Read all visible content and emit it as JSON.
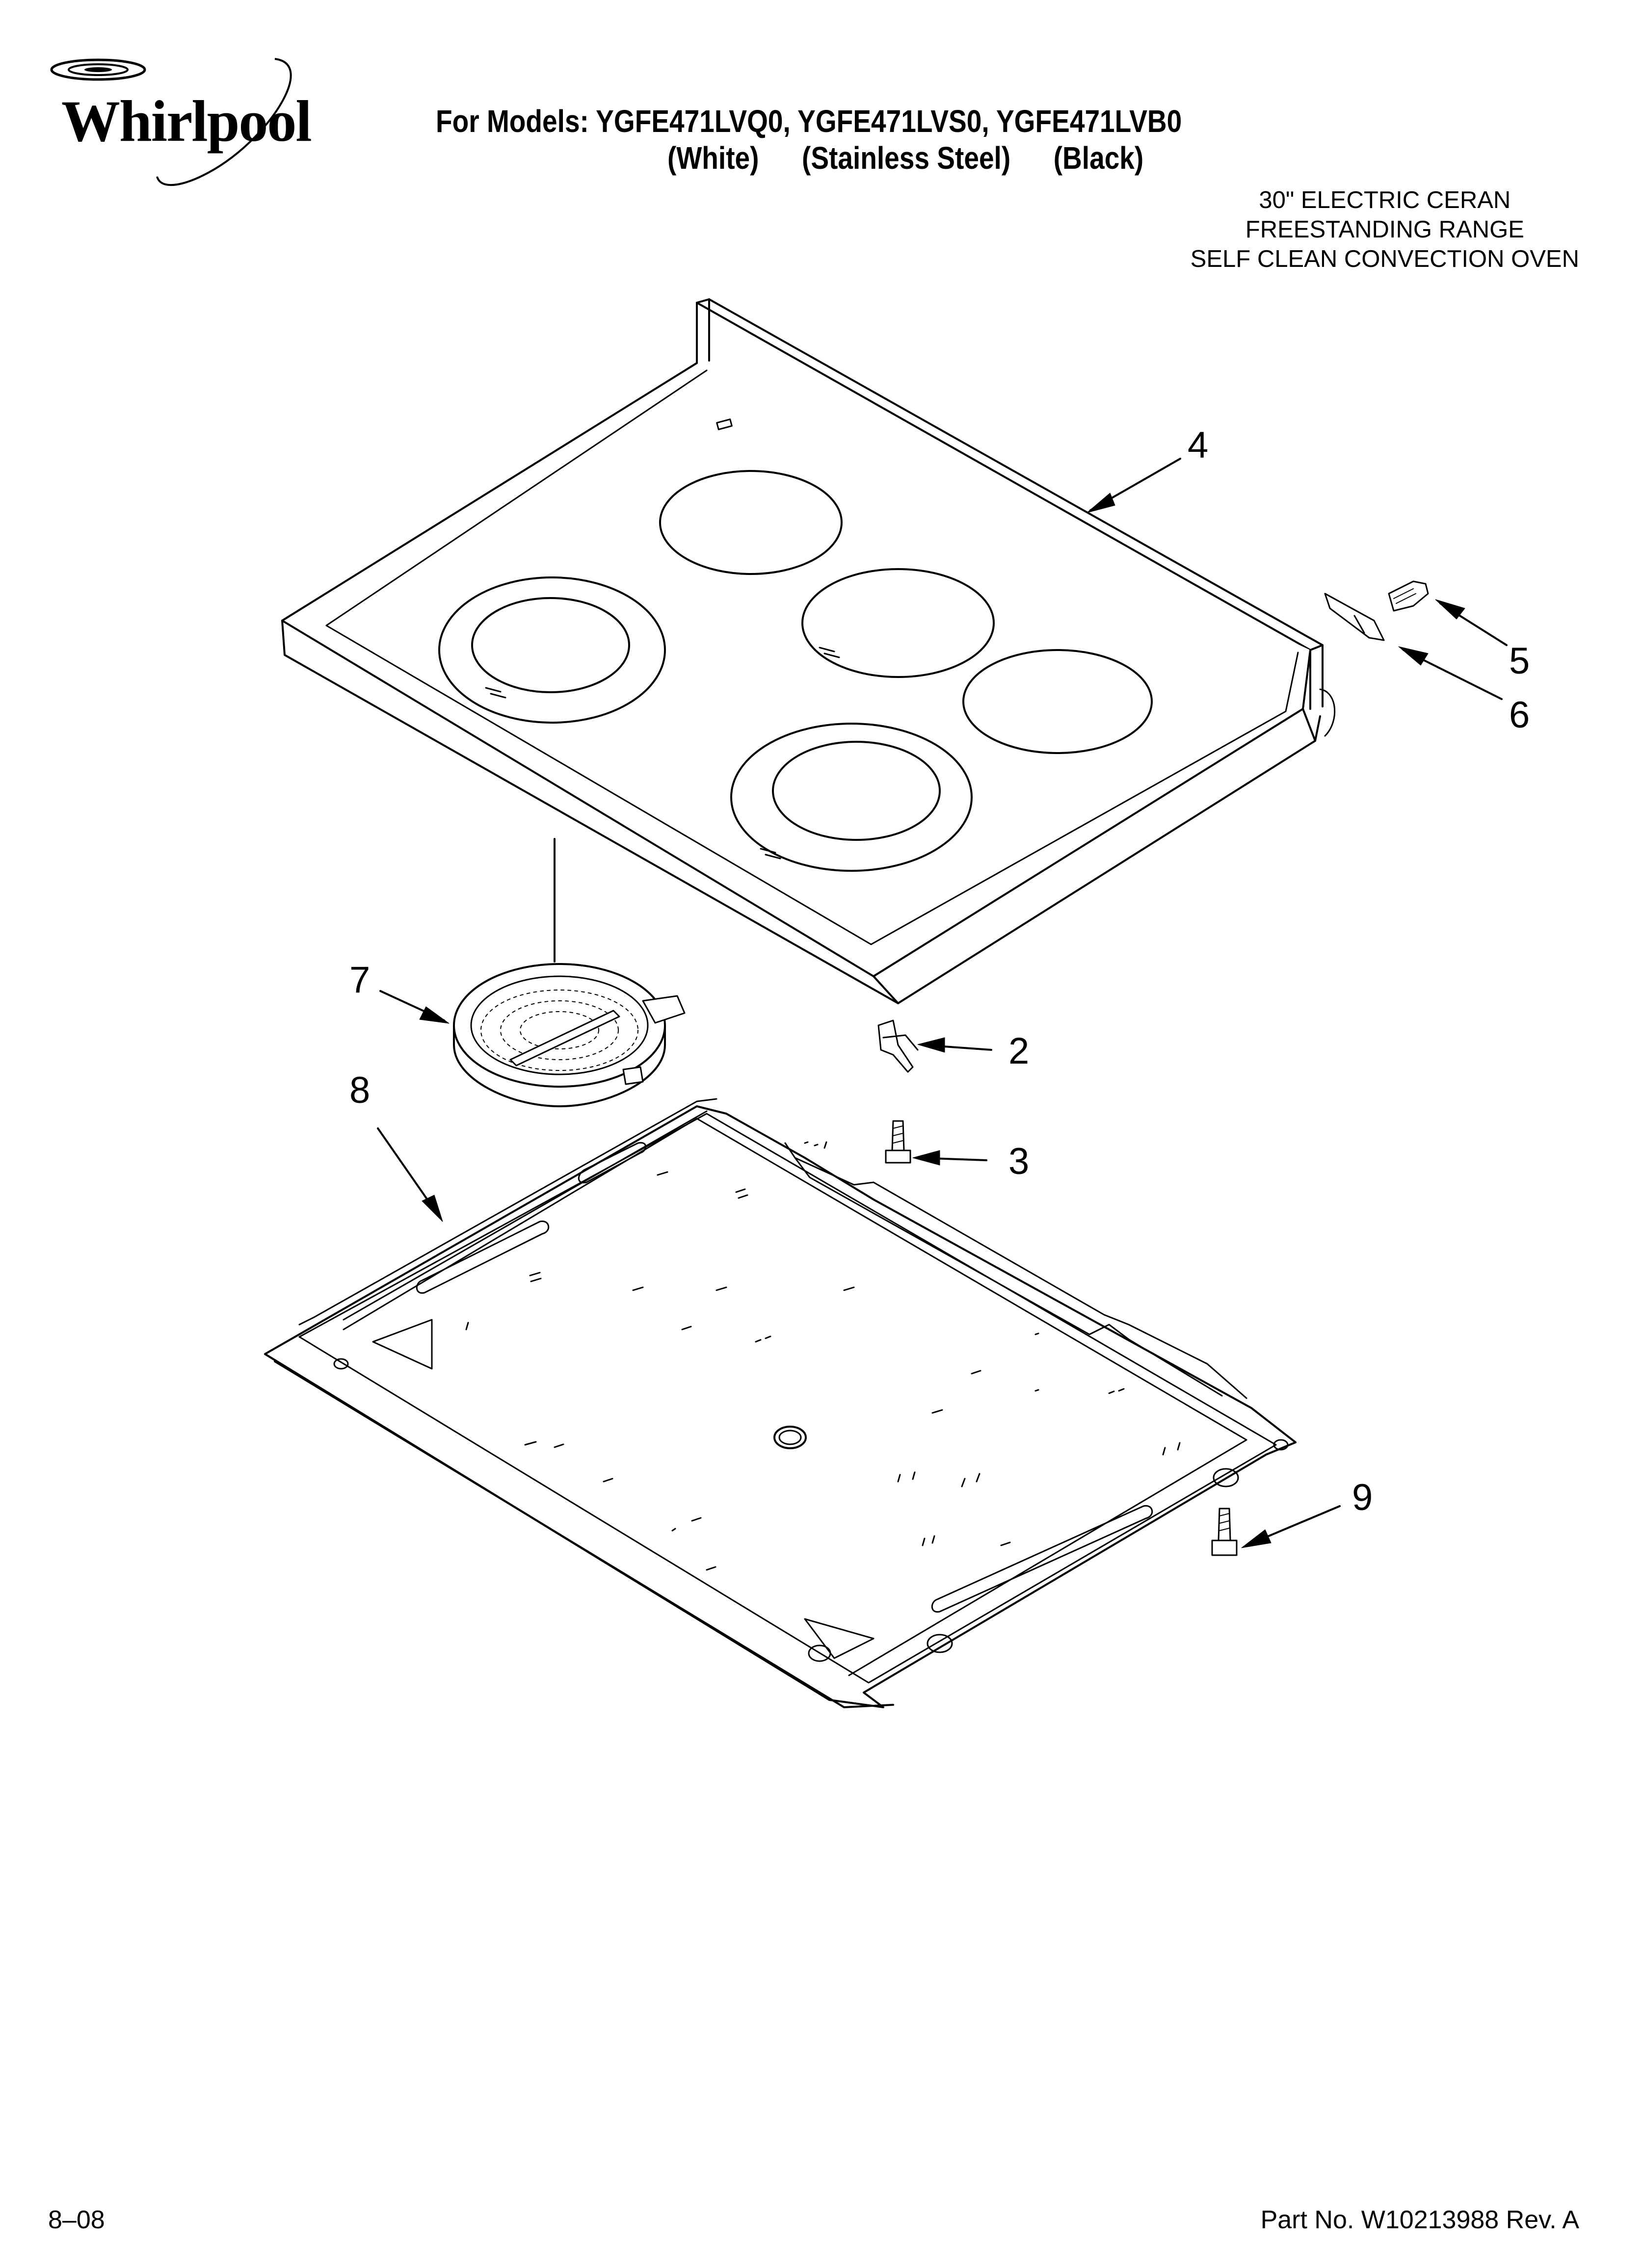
{
  "brand": {
    "logo_text": "Whirlpool"
  },
  "header": {
    "models_line": "For Models: YGFE471LVQ0, YGFE471LVS0, YGFE471LVB0",
    "colors": [
      "(White)",
      "(Stainless Steel)",
      "(Black)"
    ],
    "description": [
      "30\" ELECTRIC CERAN",
      "FREESTANDING RANGE",
      "SELF CLEAN CONVECTION OVEN"
    ]
  },
  "callouts": {
    "c2": "2",
    "c3": "3",
    "c4": "4",
    "c5": "5",
    "c6": "6",
    "c7": "7",
    "c8": "8",
    "c9": "9"
  },
  "footer": {
    "date_code": "8–08",
    "part_number": "Part No. W10213988 Rev. A"
  },
  "colors": {
    "ink": "#000000",
    "paper": "#ffffff"
  }
}
